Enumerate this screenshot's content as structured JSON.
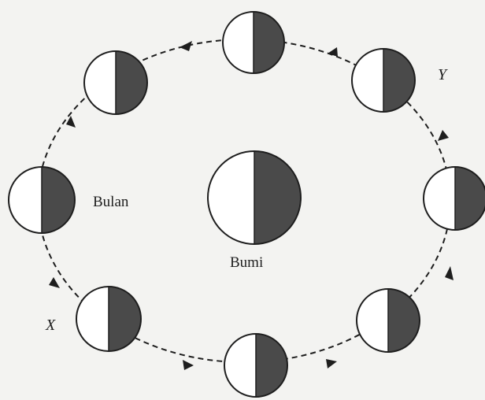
{
  "labels": {
    "moon": "Bulan",
    "earth": "Bumi",
    "point_x": "X",
    "point_y": "Y"
  },
  "colors": {
    "background": "#f3f3f1",
    "dark_half": "#4a4a4a",
    "light_half": "#ffffff",
    "outline": "#1e1e1e",
    "orbit": "#1e1e1e"
  },
  "orbit": {
    "style": "dashed",
    "direction": "counter-clockwise",
    "arrow_count": 8
  },
  "moon_positions": [
    {
      "id": "top"
    },
    {
      "id": "top-left"
    },
    {
      "id": "left"
    },
    {
      "id": "bottom-left-x"
    },
    {
      "id": "bottom"
    },
    {
      "id": "bottom-right"
    },
    {
      "id": "right"
    },
    {
      "id": "top-right-y"
    }
  ]
}
